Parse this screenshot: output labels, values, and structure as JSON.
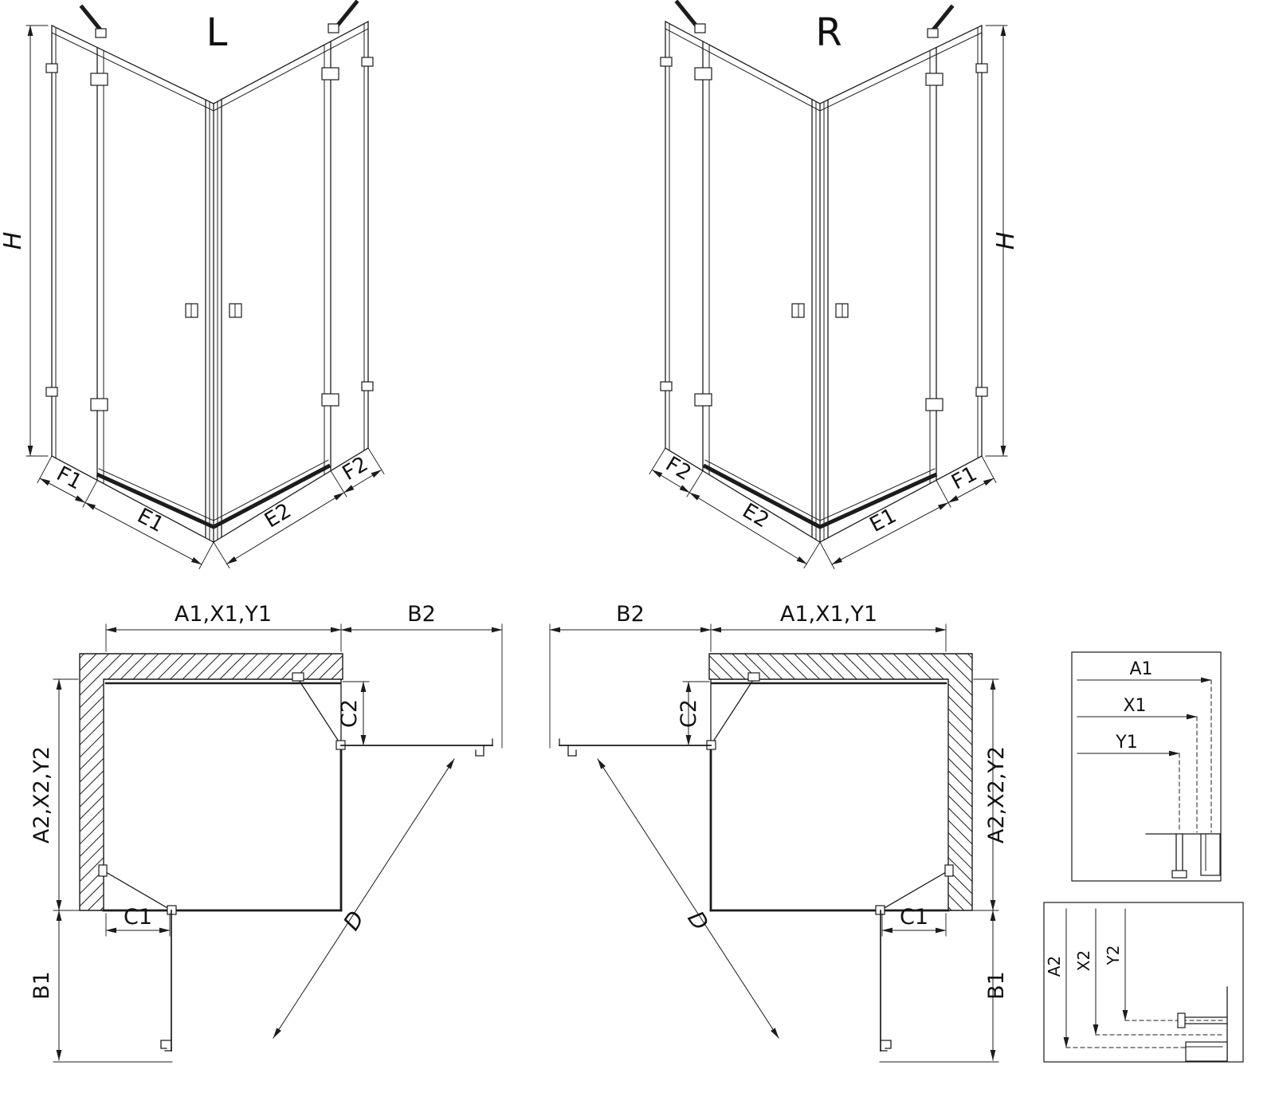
{
  "iso_left": {
    "title": "L",
    "h": "H",
    "f1": "F1",
    "e1": "E1",
    "e2": "E2",
    "f2": "F2"
  },
  "iso_right": {
    "title": "R",
    "h": "H",
    "f1": "F1",
    "e1": "E1",
    "e2": "E2",
    "f2": "F2"
  },
  "plan_left": {
    "width_label": "A1,X1,Y1",
    "b2": "B2",
    "c2": "C2",
    "depth_label": "A2,X2,Y2",
    "c1": "C1",
    "b1": "B1",
    "d": "D"
  },
  "plan_right": {
    "width_label": "A1,X1,Y1",
    "b2": "B2",
    "c2": "C2",
    "depth_label": "A2,X2,Y2",
    "c1": "C1",
    "b1": "B1",
    "d": "D"
  },
  "detail_widths": {
    "a1": "A1",
    "x1": "X1",
    "y1": "Y1"
  },
  "detail_depths": {
    "a2": "A2",
    "x2": "X2",
    "y2": "Y2"
  },
  "colors": {
    "line": "#1c1c1c",
    "background": "#ffffff"
  }
}
